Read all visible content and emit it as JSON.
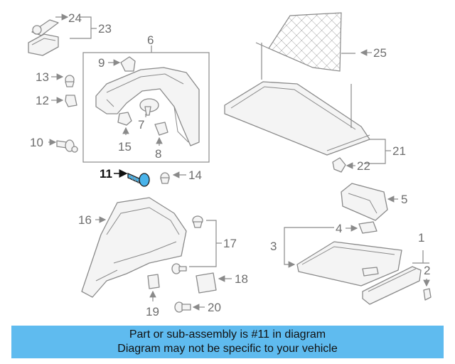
{
  "diagram": {
    "highlighted_part": "11",
    "callouts": [
      "24",
      "23",
      "6",
      "25",
      "9",
      "13",
      "12",
      "7",
      "10",
      "15",
      "8",
      "21",
      "22",
      "11",
      "14",
      "5",
      "16",
      "4",
      "17",
      "3",
      "1",
      "2",
      "18",
      "19",
      "20"
    ]
  },
  "banner": {
    "line1": "Part or sub-assembly is #11 in diagram",
    "line2": "Diagram may not be specific to your vehicle",
    "background_color": "#5fbbef"
  },
  "colors": {
    "highlight": "#49b3ea",
    "linework": "#8a8a8a",
    "callout_text": "#6e6e6e"
  }
}
